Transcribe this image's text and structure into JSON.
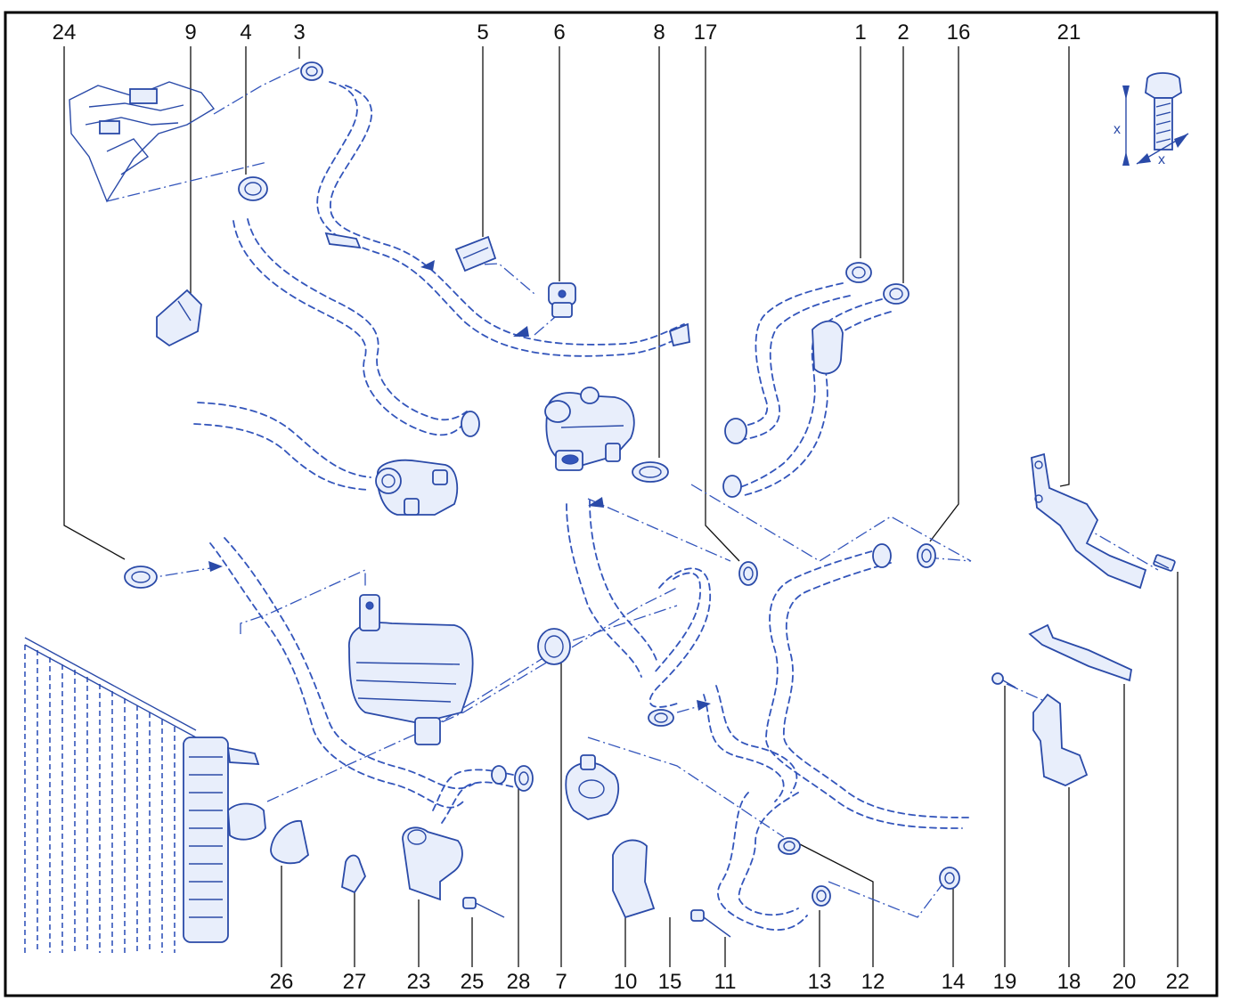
{
  "callouts_top": [
    "24",
    "9",
    "4",
    "3",
    "5",
    "6",
    "8",
    "17",
    "1",
    "2",
    "16",
    "21"
  ],
  "callouts_bottom": [
    "26",
    "27",
    "23",
    "25",
    "28",
    "7",
    "10",
    "15",
    "11",
    "13",
    "12",
    "14",
    "19",
    "18",
    "20",
    "22"
  ],
  "bolt_spec_label": "x",
  "colors": {
    "line_art": "#3355bb",
    "text": "#111111",
    "frame": "#000000"
  }
}
